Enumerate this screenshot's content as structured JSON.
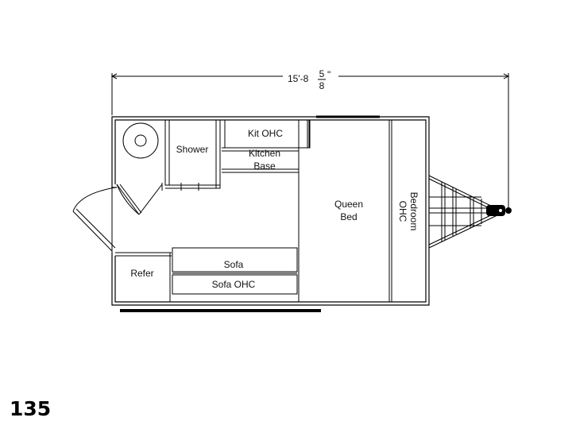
{
  "dimension": {
    "whole": "15'-8",
    "numerator": "5",
    "denominator": "8",
    "inch_mark": "\""
  },
  "rooms": {
    "shower": "Shower",
    "kit_ohc": "Kit OHC",
    "kitchen_base_line1": "Kitchen",
    "kitchen_base_line2": "Base",
    "queen_bed_line1": "Queen",
    "queen_bed_line2": "Bed",
    "bedroom_ohc_line1": "Bedroom",
    "bedroom_ohc_line2": "OHC",
    "refer": "Refer",
    "sofa": "Sofa",
    "sofa_ohc": "Sofa OHC"
  },
  "model_number": "135"
}
